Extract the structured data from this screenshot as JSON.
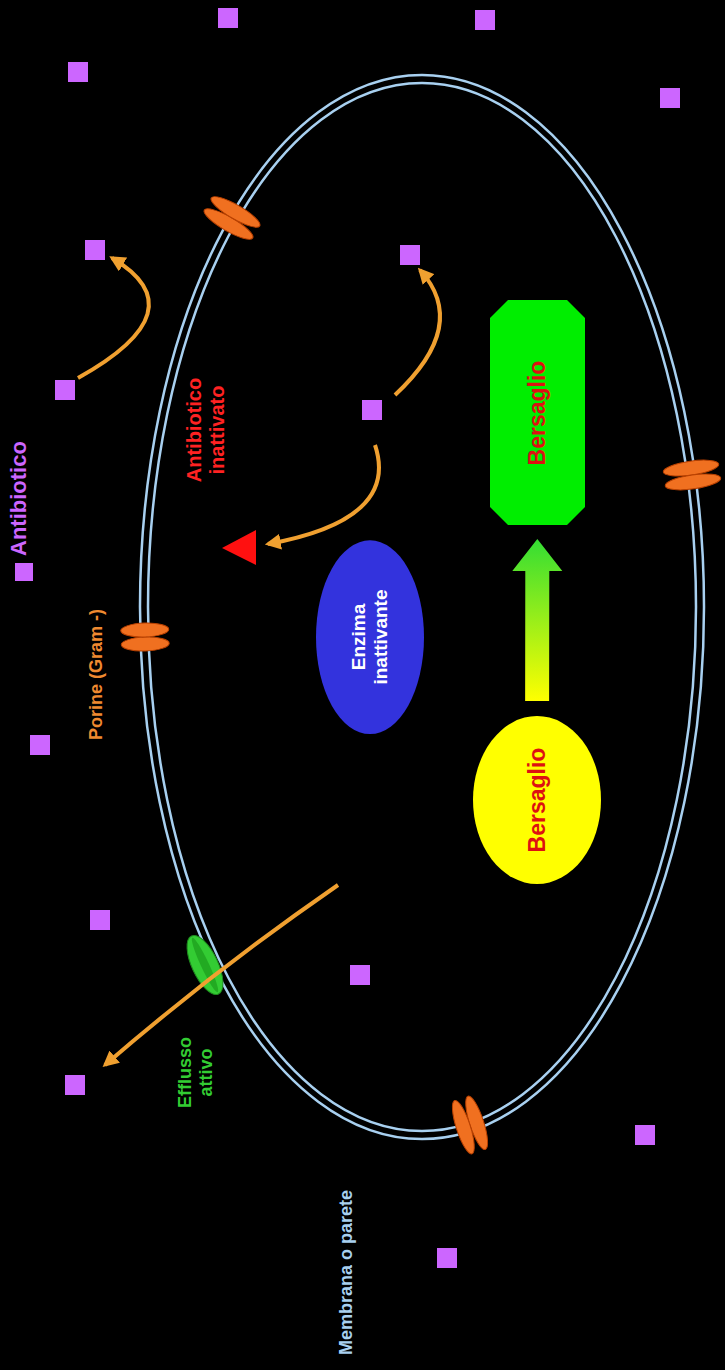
{
  "diagram": {
    "nodes": [
      {
        "text": [
          "Enzima inattivante"
        ]
      },
      {
        "text": [
          "Bersaglio"
        ]
      },
      {
        "text": [
          "Bersaglio"
        ]
      }
    ],
    "edges": [
      {
        "from": 1,
        "to": 2,
        "arrow": "to"
      }
    ],
    "labels": [
      "Porine (Gram -)",
      "Antibiotico inattivato",
      "Efflusso attivo",
      "Membrana o parete"
    ],
    "legend": [
      {
        "text": "Antibiotico",
        "color": "#cc66ff"
      }
    ]
  }
}
